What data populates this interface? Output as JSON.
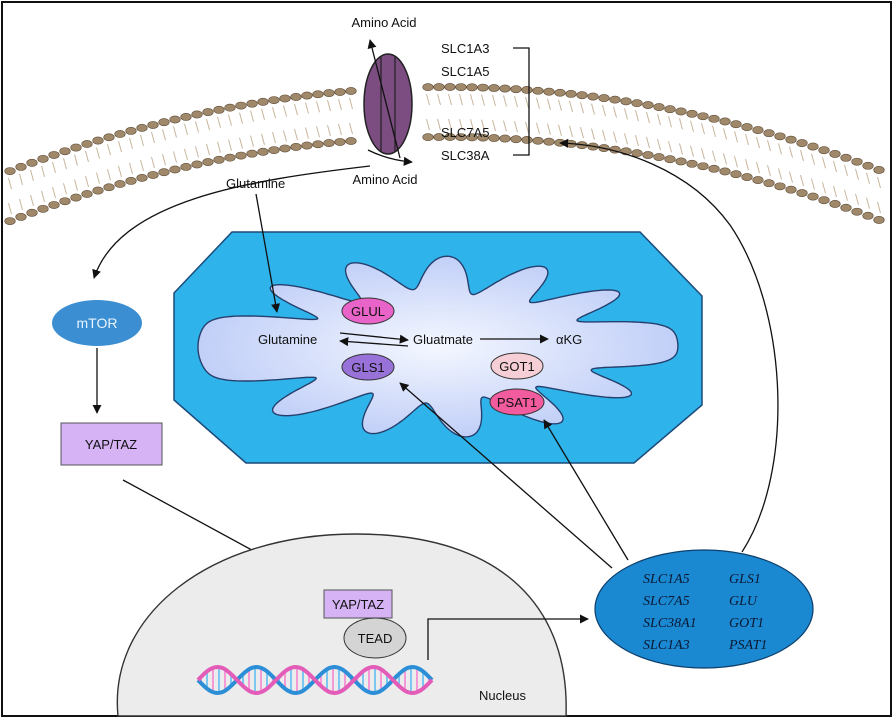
{
  "colors": {
    "membrane_head": "#a0896b",
    "transporter": "#7b4d80",
    "mito_outer": "#2eb4ea",
    "mito_inner": "#c9d6ff",
    "mtor": "#3a8ed1",
    "yaptaz": "#d5b3f5",
    "glul": "#e964c8",
    "gls1": "#9872d9",
    "got1": "#f6cfd6",
    "psat1": "#f25b9e",
    "target_genes": "#1b88d2",
    "nucleus": "#ececec"
  },
  "membrane": {
    "amino_acid_top": "Amino Acid",
    "amino_acid_bottom": "Amino Acid",
    "transporters": [
      "SLC1A3",
      "SLC1A5",
      "SLC7A5",
      "SLC38A"
    ]
  },
  "cytoplasm": {
    "glutamine": "Glutamine",
    "mtor": "mTOR",
    "yaptaz": "YAP/TAZ"
  },
  "mitochondrion": {
    "glutamine": "Glutamine",
    "glutamate": "Gluatmate",
    "akg": "αKG",
    "glul": "GLUL",
    "gls1": "GLS1",
    "got1": "GOT1",
    "psat1": "PSAT1"
  },
  "nucleus": {
    "yaptaz": "YAP/TAZ",
    "tead": "TEAD",
    "label": "Nucleus"
  },
  "target_genes": {
    "left": [
      "SLC1A5",
      "SLC7A5",
      "SLC38A1",
      "SLC1A3"
    ],
    "right": [
      "GLS1",
      "GLU",
      "GOT1",
      "PSAT1"
    ]
  }
}
